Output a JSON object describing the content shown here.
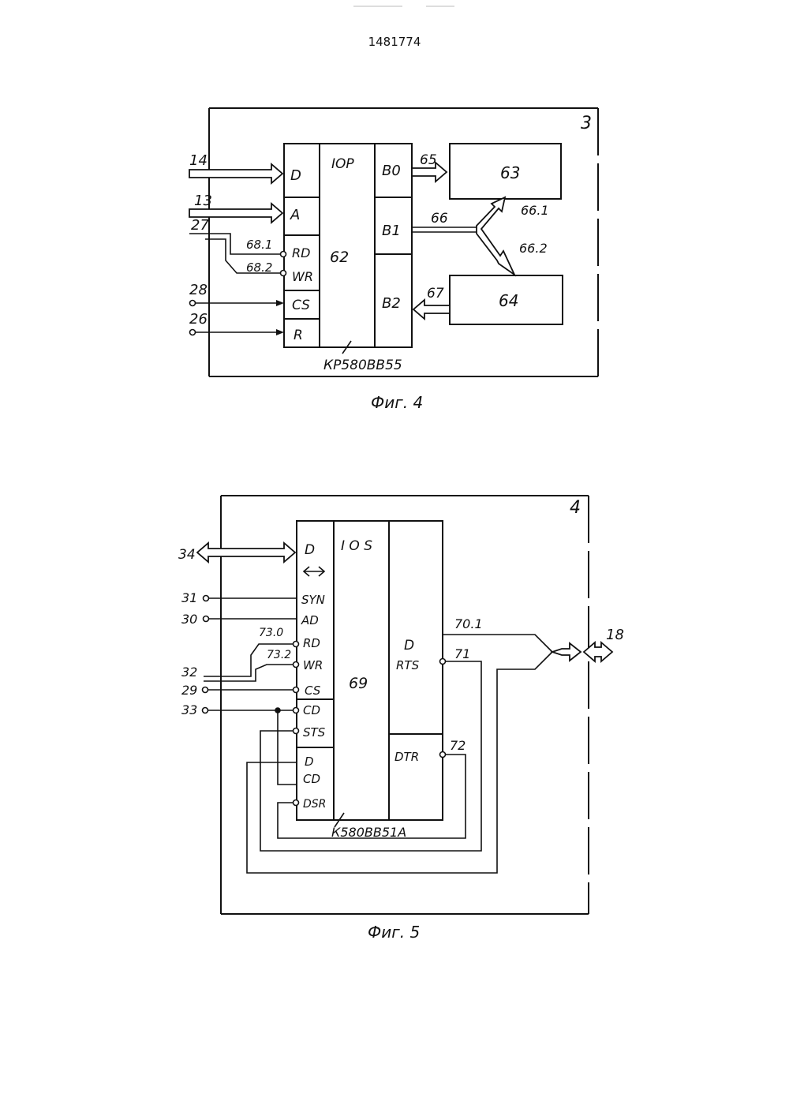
{
  "header": {
    "patent_number": "1481774"
  },
  "figure4": {
    "unit_number": "3",
    "chip_label": "IOP",
    "chip_number": "62",
    "chip_type": "КР580ВВ55",
    "caption": "Фиг. 4",
    "inputs": [
      {
        "id": "14",
        "pin": "D"
      },
      {
        "id": "13",
        "pin": "A"
      },
      {
        "id": "27",
        "pin": ""
      },
      {
        "id": "28",
        "pin": "CS"
      },
      {
        "id": "26",
        "pin": "R"
      }
    ],
    "control_pins": [
      "RD",
      "WR"
    ],
    "line_labels": [
      "68.1",
      "68.2"
    ],
    "ports": [
      "B0",
      "B1",
      "B2"
    ],
    "buses": [
      "65",
      "66",
      "66.1",
      "66.2",
      "67"
    ],
    "blocks": [
      "63",
      "64"
    ]
  },
  "figure5": {
    "unit_number": "4",
    "chip_label": "I O S",
    "chip_number": "69",
    "chip_type": "К580ВВ51А",
    "caption": "Фиг. 5",
    "bus_left": "34",
    "bus_right": "18",
    "pin_d": "D",
    "inputs": [
      {
        "id": "31",
        "pin": "SYN"
      },
      {
        "id": "30",
        "pin": "AD"
      },
      {
        "id": "32",
        "pin": "WR"
      },
      {
        "id": "29",
        "pin": "CS"
      },
      {
        "id": "33",
        "pin": "CD"
      }
    ],
    "pin_rd": "RD",
    "line_labels": [
      "73.0",
      "73.2"
    ],
    "lower_pins": [
      "STS",
      "D",
      "CD",
      "DSR"
    ],
    "right_pins": [
      "D",
      "RTS",
      "DTR"
    ],
    "outputs": [
      "70.1",
      "71",
      "72"
    ]
  }
}
